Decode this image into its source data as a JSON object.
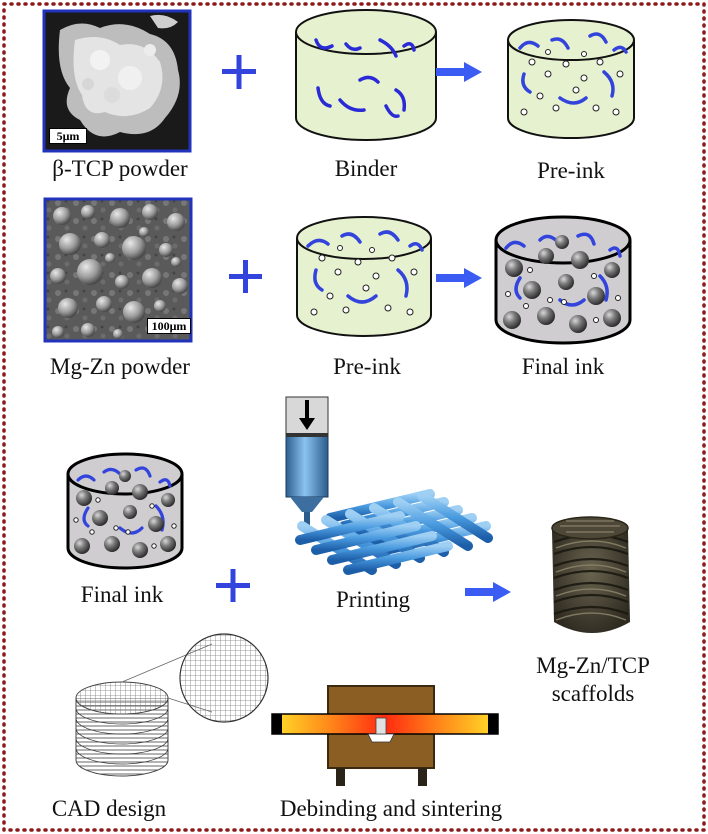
{
  "labels": {
    "tcp_powder": "β-TCP  powder",
    "binder": "Binder",
    "pre_ink_1": "Pre-ink",
    "mgzn_powder": "Mg-Zn powder",
    "pre_ink_2": "Pre-ink",
    "final_ink_1": "Final ink",
    "final_ink_2": "Final ink",
    "printing": "Printing",
    "scaffolds_line1": "Mg-Zn/TCP",
    "scaffolds_line2": "scaffolds",
    "cad_design": "CAD design",
    "debinding": "Debinding and sintering"
  },
  "scale_bars": {
    "tcp": "5μm",
    "mgzn": "100μm"
  },
  "colors": {
    "border": "#8b1a1a",
    "plus": "#3344dd",
    "arrow": "#3a5cf2",
    "binder_fill": "#e6f1cf",
    "ink_fill": "#cfcdd0",
    "fiber": "#2a2ad6",
    "sem_frame": "#2233bb"
  }
}
